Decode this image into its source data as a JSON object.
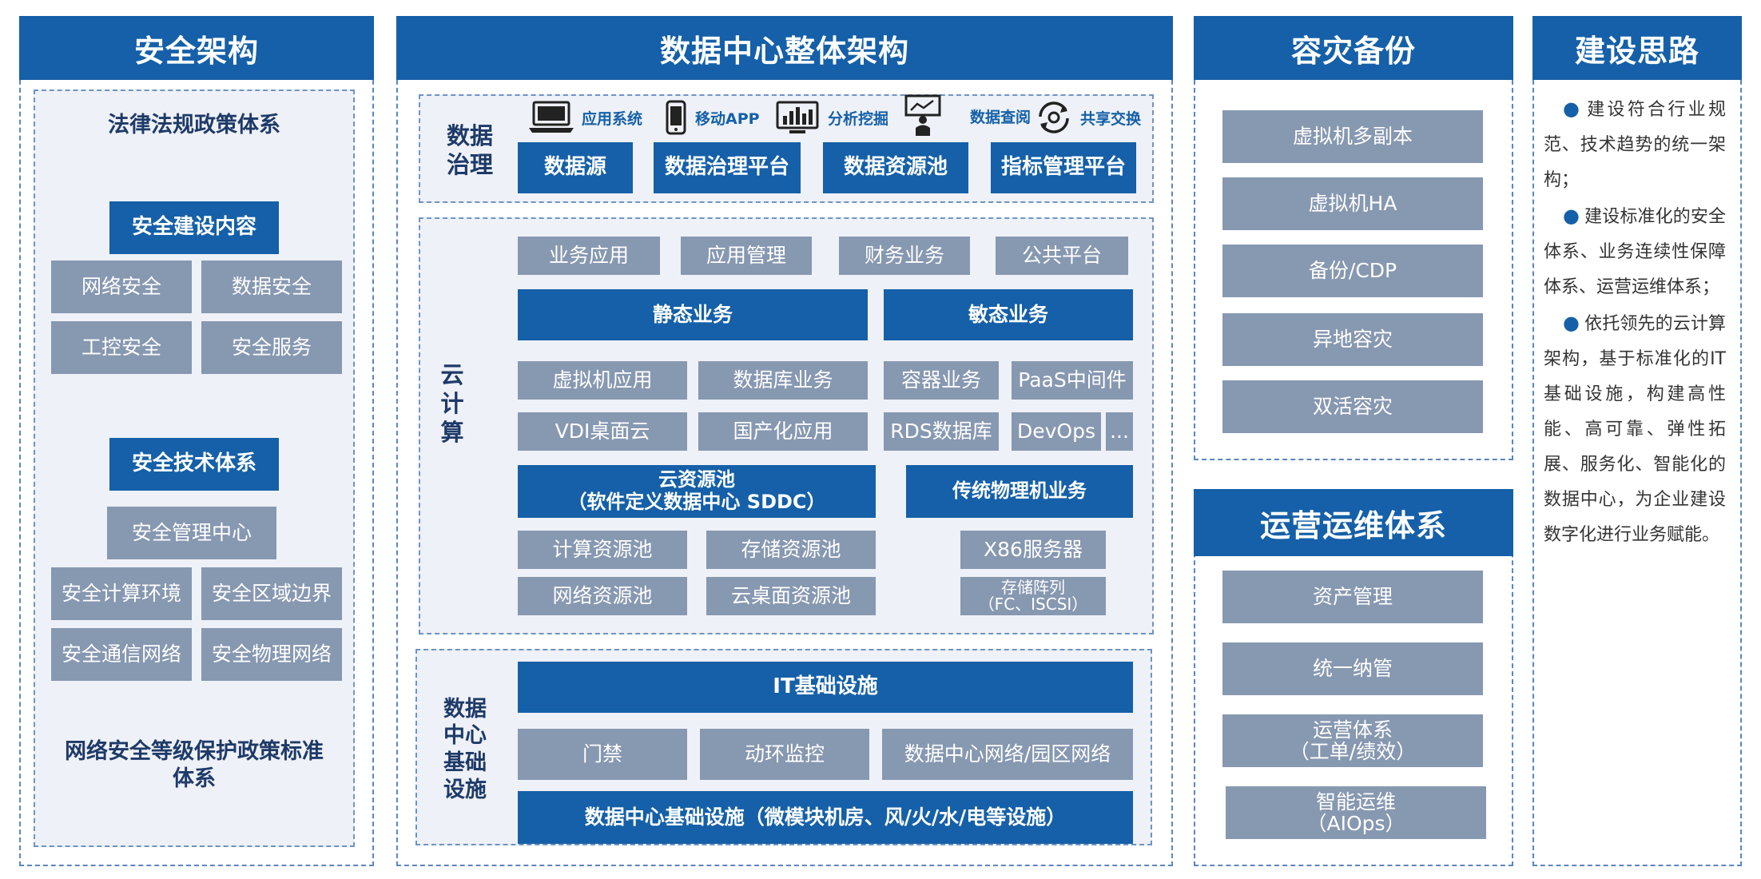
{
  "security": {
    "title": "安全架构",
    "law": "法律法规政策体系",
    "build_content": "安全建设内容",
    "build_items": [
      "网络安全",
      "数据安全",
      "工控安全",
      "安全服务"
    ],
    "tech_system": "安全技术体系",
    "mgmt_center": "安全管理中心",
    "tech_items": [
      "安全计算环境",
      "安全区域边界",
      "安全通信网络",
      "安全物理网络"
    ],
    "footer": "网络安全等级保护政策标准体系"
  },
  "dc": {
    "title": "数据中心整体架构",
    "governance": {
      "label": "数据\n治理",
      "icons": [
        {
          "icon": "laptop-icon",
          "label": "应用系统"
        },
        {
          "icon": "mobile-icon",
          "label": "移动APP"
        },
        {
          "icon": "chart-icon",
          "label": "分析挖掘"
        },
        {
          "icon": "presenter-icon",
          "label": "数据查阅"
        },
        {
          "icon": "share-icon",
          "label": "共享交换"
        }
      ],
      "boxes": [
        "数据源",
        "数据治理平台",
        "数据资源池",
        "指标管理平台"
      ]
    },
    "cloud": {
      "label": "云\n计\n算",
      "row1": [
        "业务应用",
        "应用管理",
        "财务业务",
        "公共平台"
      ],
      "static": "静态业务",
      "agile": "敏态业务",
      "static_items": [
        "虚拟机应用",
        "数据库业务",
        "VDI桌面云",
        "国产化应用"
      ],
      "agile_items": [
        "容器业务",
        "PaaS中间件",
        "RDS数据库",
        "DevOps",
        "..."
      ],
      "pool": "云资源池\n（软件定义数据中心 SDDC）",
      "physical": "传统物理机业务",
      "pool_items": [
        "计算资源池",
        "存储资源池",
        "网络资源池",
        "云桌面资源池"
      ],
      "phys_items": [
        "X86服务器",
        "存储阵列\n（FC、ISCSI）"
      ]
    },
    "infra": {
      "label": "数据\n中心\n基础\n设施",
      "it": "IT基础设施",
      "items": [
        "门禁",
        "动环监控",
        "数据中心网络/园区网络"
      ],
      "bottom": "数据中心基础设施（微模块机房、风/火/水/电等设施）"
    }
  },
  "dr": {
    "title": "容灾备份",
    "items": [
      "虚拟机多副本",
      "虚拟机HA",
      "备份/CDP",
      "异地容灾",
      "双活容灾"
    ]
  },
  "ops": {
    "title": "运营运维体系",
    "items": [
      "资产管理",
      "统一纳管",
      "运营体系\n（工单/绩效）",
      "智能运维\n（AIOps）"
    ]
  },
  "idea": {
    "title": "建设思路",
    "points": [
      "建设符合行业规范、技术趋势的统一架构；",
      "建设标准化的安全体系、业务连续性保障体系、运营运维体系；",
      "依托领先的云计算架构，基于标准化的IT基础设施，构建高性能、高可靠、弹性拓展、服务化、智能化的数据中心，为企业建设数字化进行业务赋能。"
    ]
  },
  "colors": {
    "primary": "#1560a8",
    "gray_box": "#8798b1",
    "dashed": "#5a86c0",
    "inner_bg": "#eef1f7"
  }
}
